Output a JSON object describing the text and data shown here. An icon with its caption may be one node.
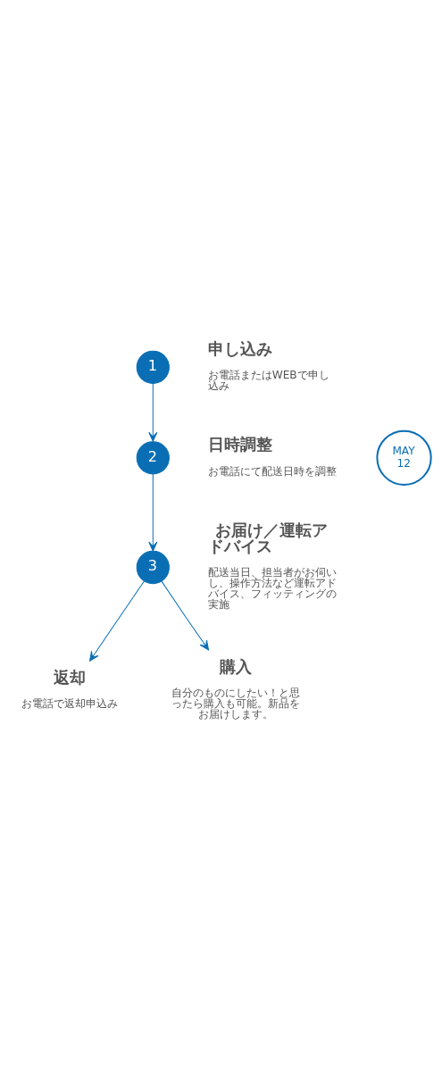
{
  "diagram": {
    "nodes": [
      {
        "text": [
          "1"
        ],
        "beside": [
          "申し込み",
          "お電話またはWEBで申し込み"
        ]
      },
      {
        "text": [
          "2"
        ],
        "beside": [
          "日時調整",
          "お電話にて配送日時を調整"
        ]
      },
      {
        "text": [
          "3"
        ],
        "beside": [
          "お届け／運転アドバイス",
          "配送当日、担当者がお伺いし、操作方法など運転アドバイス、フィッティングの実施"
        ]
      },
      {
        "text": [
          "返却",
          "お電話で返却申込み"
        ]
      },
      {
        "text": [
          "購入",
          "自分のものにしたい！と思ったら購入も可能。新品をお届けします。"
        ]
      }
    ],
    "edges": [
      {
        "from": 0,
        "to": 1,
        "arrow": "to"
      },
      {
        "from": 1,
        "to": 2,
        "arrow": "to"
      },
      {
        "from": 2,
        "to": 3,
        "arrow": "to"
      },
      {
        "from": 2,
        "to": 4,
        "arrow": "to"
      }
    ],
    "labels": [
      "MAY",
      "12"
    ]
  }
}
